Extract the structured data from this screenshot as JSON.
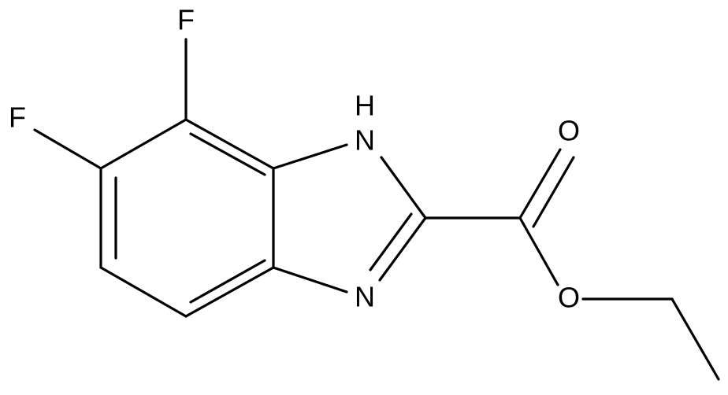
{
  "diagram": {
    "type": "skeletal-structure",
    "atoms": [
      {
        "id": "F1",
        "label": "F"
      },
      {
        "id": "F2",
        "label": "F"
      },
      {
        "id": "NH",
        "label": "H"
      },
      {
        "id": "NH_N",
        "label": "N"
      },
      {
        "id": "N3",
        "label": "N"
      },
      {
        "id": "O1",
        "label": "O"
      },
      {
        "id": "O2",
        "label": "O"
      }
    ],
    "colors": {
      "bond": "#000000",
      "label": "#000000",
      "background": "#ffffff"
    }
  }
}
